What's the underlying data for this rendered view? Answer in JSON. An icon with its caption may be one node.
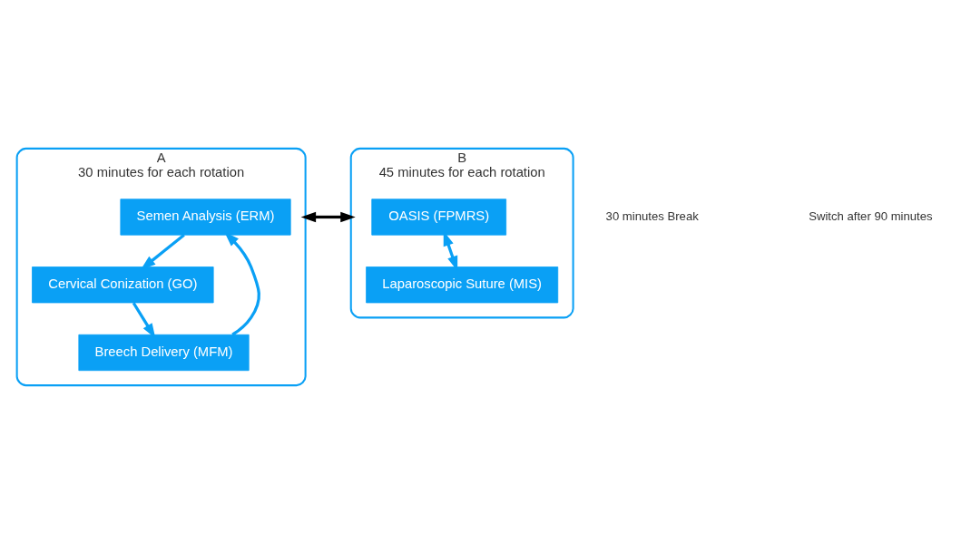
{
  "diagram": {
    "nodes": [
      {
        "text": [
          "A",
          "30 minutes for each rotation"
        ]
      },
      {
        "text": [
          "Semen Analysis (ERM)"
        ],
        "in": 0
      },
      {
        "text": [
          "Cervical Conization (GO)"
        ],
        "in": 0
      },
      {
        "text": [
          "Breech Delivery (MFM)"
        ],
        "in": 0
      },
      {
        "text": [
          "B",
          "45 minutes for each rotation"
        ]
      },
      {
        "text": [
          "OASIS (FPMRS)"
        ],
        "in": 4
      },
      {
        "text": [
          "Laparoscopic Suture (MIS)"
        ],
        "in": 4
      }
    ],
    "edges": [
      {
        "from": 3,
        "to": 1,
        "arrow": "to"
      },
      {
        "from": 1,
        "to": 2,
        "arrow": "to"
      },
      {
        "from": 2,
        "to": 3,
        "arrow": "to"
      },
      {
        "from": 5,
        "to": 6,
        "arrow": "both"
      },
      {
        "from": 0,
        "to": 4,
        "arrow": "both",
        "color": "#000000"
      }
    ],
    "labels": [
      "30 minutes Break",
      "Switch after 90 minutes"
    ]
  }
}
